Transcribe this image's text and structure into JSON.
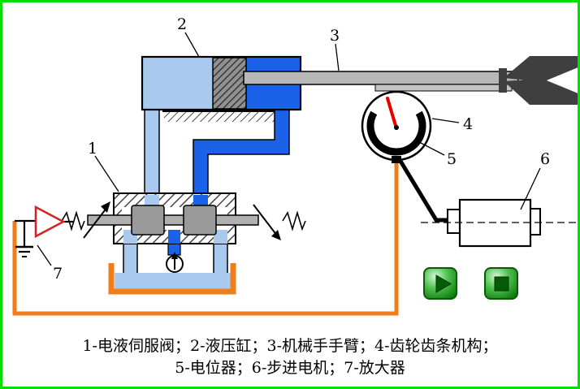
{
  "window": {
    "frame_border_color": "#00e000",
    "background": "#ffffff"
  },
  "labels": {
    "servo_valve": "1",
    "hydraulic_cylinder": "2",
    "manipulator_arm": "3",
    "gear_rack": "4",
    "potentiometer": "5",
    "stepper_motor": "6",
    "amplifier": "7"
  },
  "caption": {
    "line1": "1-电液伺服阀；2-液压缸；3-机械手手臂；4-齿轮齿条机构；",
    "line2": "5-电位器；6-步进电机；7-放大器"
  },
  "controls": {
    "play_icon": "play-icon",
    "stop_icon": "stop-icon"
  },
  "colors": {
    "pipe_light_blue": "#a9c9ee",
    "pipe_bright_blue": "#1b62e8",
    "feedback_orange": "#ef7d1a",
    "needle_red": "#e80000",
    "button_green": "#1e9e1e",
    "frame_green": "#00e000"
  }
}
